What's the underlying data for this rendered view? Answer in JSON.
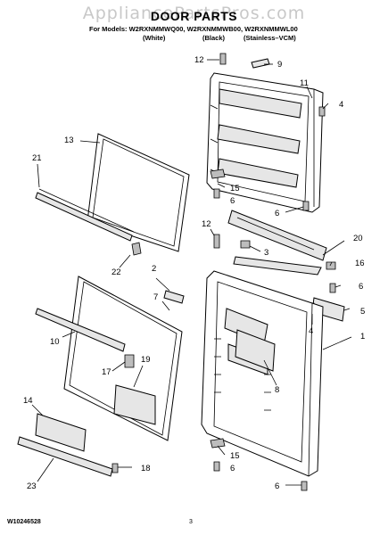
{
  "watermark": "AppliancePartsPros.com",
  "title": "DOOR PARTS",
  "models_line": "For Models: W2RXNMMWQ00, W2RXNMMWB00, W2RXNMMWL00",
  "variants": [
    "(White)",
    "(Black)",
    "(Stainless–VCM)"
  ],
  "callouts": {
    "c1": "1",
    "c2": "2",
    "c3": "3",
    "c4a": "4",
    "c4b": "4",
    "c5": "5",
    "c6a": "6",
    "c6b": "6",
    "c6c": "6",
    "c6d": "6",
    "c6e": "6",
    "c7": "7",
    "c8": "8",
    "c9": "9",
    "c10": "10",
    "c11": "11",
    "c12a": "12",
    "c12b": "12",
    "c13": "13",
    "c14": "14",
    "c15a": "15",
    "c15b": "15",
    "c16": "16",
    "c17": "17",
    "c18": "18",
    "c19": "19",
    "c20": "20",
    "c21": "21",
    "c22": "22",
    "c23": "23"
  },
  "footer": {
    "doc_number": "W10246528",
    "page_number": "3"
  }
}
